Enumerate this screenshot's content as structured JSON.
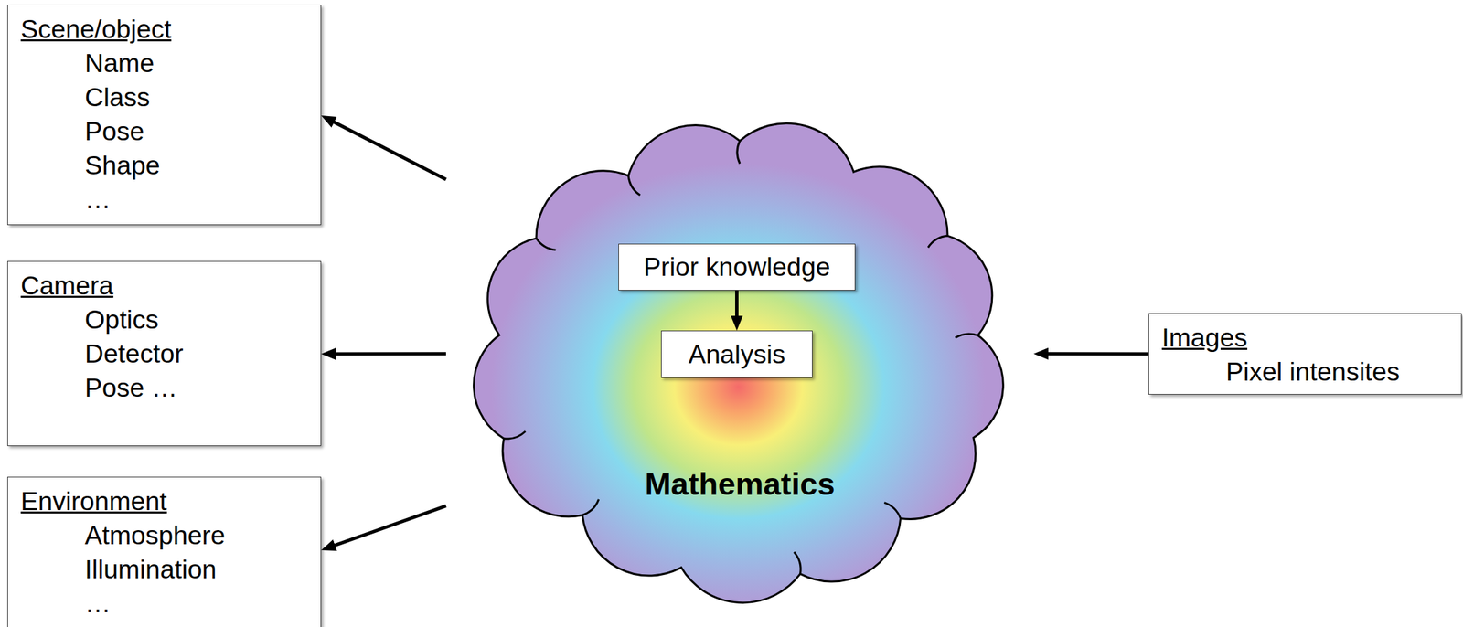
{
  "diagram": {
    "nodes": [
      {
        "text": [
          "Scene/object",
          "Name Class Pose Shape …"
        ]
      },
      {
        "text": [
          "Camera",
          "Optics Detector Pose …"
        ]
      },
      {
        "text": [
          "Environment",
          "Atmosphere Illumination …"
        ]
      },
      {
        "text": [
          "Mathematics"
        ]
      },
      {
        "text": [
          "Prior knowledge"
        ],
        "in": 3
      },
      {
        "text": [
          "Analysis"
        ],
        "in": 3
      },
      {
        "text": [
          "Images",
          "Pixel intensites"
        ]
      }
    ],
    "edges": [
      {
        "from": 3,
        "to": 0,
        "arrow": "to"
      },
      {
        "from": 3,
        "to": 1,
        "arrow": "to"
      },
      {
        "from": 3,
        "to": 2,
        "arrow": "to"
      },
      {
        "from": 6,
        "to": 3,
        "arrow": "to"
      },
      {
        "from": 4,
        "to": 5,
        "arrow": "to"
      }
    ]
  }
}
